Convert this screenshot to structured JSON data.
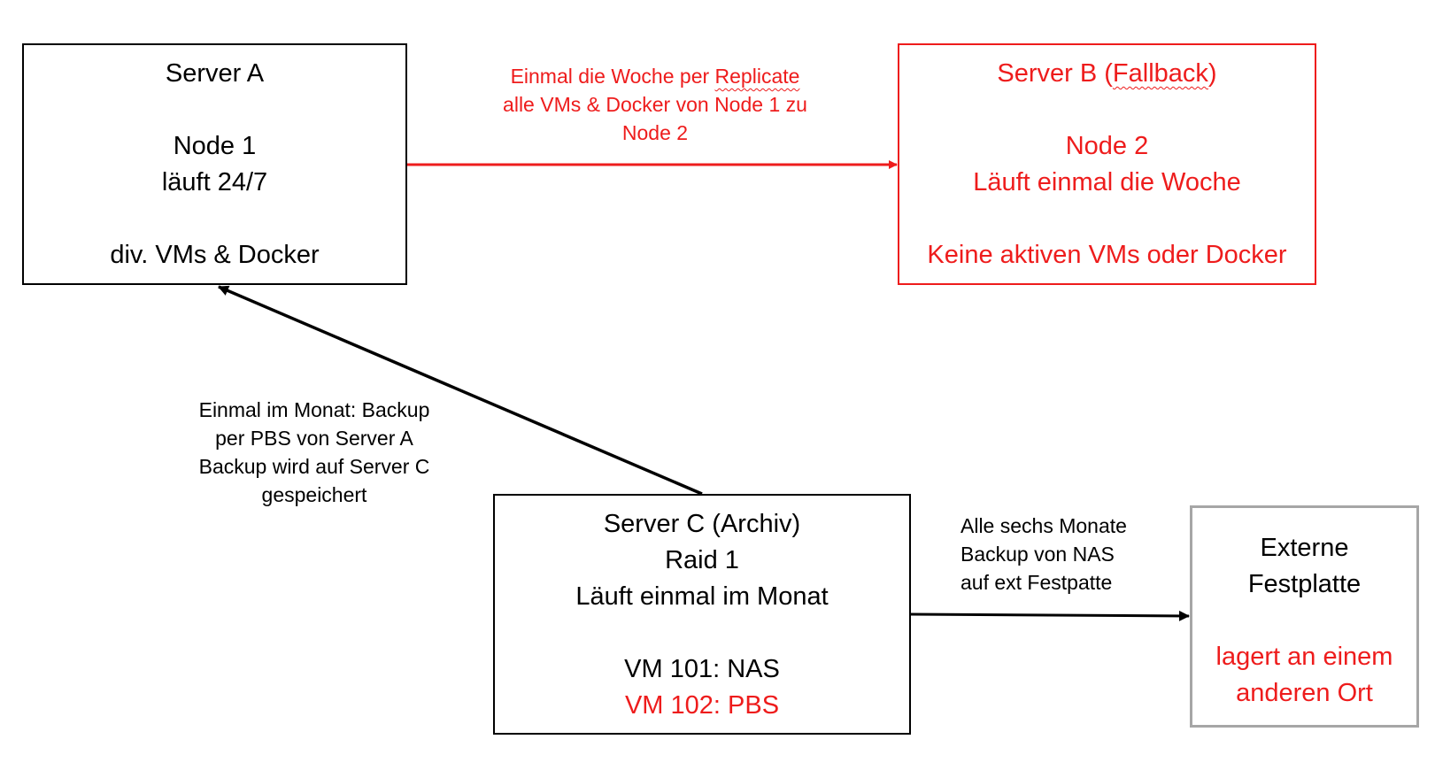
{
  "nodes": {
    "server_a": {
      "title": "Server A",
      "node": "Node 1",
      "status": "läuft 24/7",
      "workload": "div. VMs & Docker"
    },
    "server_b": {
      "title_prefix": "Server B (",
      "title_underlined": "Fallback",
      "title_suffix": ")",
      "node": "Node 2",
      "status": "Läuft einmal die Woche",
      "workload": "Keine aktiven VMs oder Docker"
    },
    "server_c": {
      "title": "Server C (Archiv)",
      "raid": "Raid 1",
      "status": "Läuft einmal im Monat",
      "vm1": "VM 101: NAS",
      "vm2": "VM 102: PBS"
    },
    "external_disk": {
      "title_line1": "Externe",
      "title_line2": "Festplatte",
      "note_line1": "lagert an einem",
      "note_line2": "anderen Ort"
    }
  },
  "edges": {
    "a_to_b": {
      "line1_prefix": "Einmal die Woche per ",
      "line1_underlined": "Replicate",
      "line2": "alle VMs & Docker von Node 1 zu",
      "line3": "Node 2"
    },
    "c_to_a": {
      "line1": "Einmal im Monat: Backup",
      "line2": "per PBS von Server A",
      "line3": "Backup wird auf Server C",
      "line4": "gespeichert"
    },
    "c_to_d": {
      "line1": "Alle sechs Monate",
      "line2": "Backup von NAS",
      "line3": "auf ext Festpatte"
    }
  },
  "colors": {
    "primary_text": "#000000",
    "highlight_red": "#ee1c1c",
    "external_border": "#a6a6a6"
  }
}
